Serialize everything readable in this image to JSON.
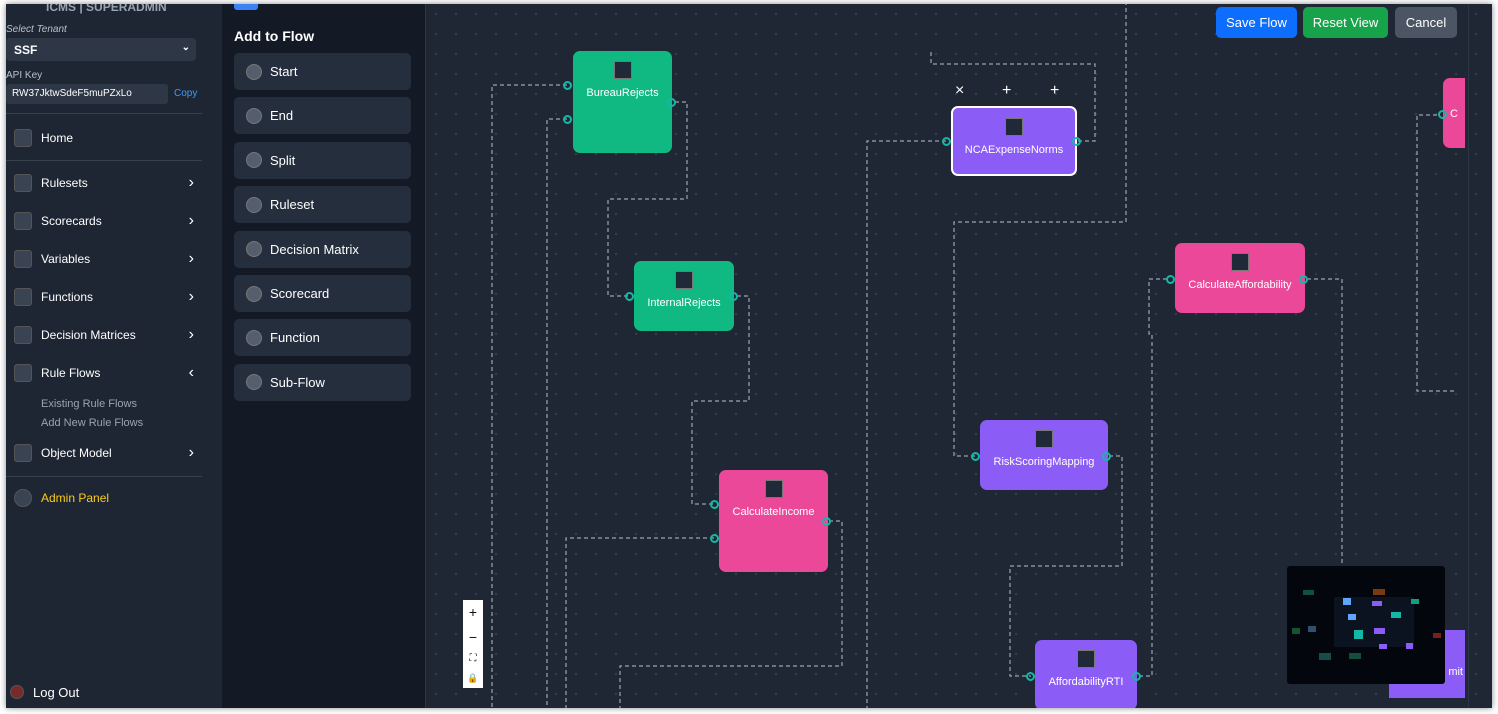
{
  "sidebar": {
    "brand": "ICMS | SUPERADMIN",
    "tenant_label": "Select Tenant",
    "tenant_value": "SSF",
    "api_key_label": "API Key",
    "api_key_value": "RW37JktwSdeF5muPZxLo",
    "copy_label": "Copy",
    "items": [
      {
        "label": "Home",
        "icon": "bank-icon"
      },
      {
        "label": "Rulesets",
        "icon": "ruleset-icon"
      },
      {
        "label": "Scorecards",
        "icon": "scorecard-icon"
      },
      {
        "label": "Variables",
        "icon": "variable-icon"
      },
      {
        "label": "Functions",
        "icon": "function-icon"
      },
      {
        "label": "Decision Matrices",
        "icon": "matrix-icon"
      },
      {
        "label": "Rule Flows",
        "icon": "flow-icon"
      },
      {
        "label": "Object Model",
        "icon": "object-icon"
      },
      {
        "label": "Admin Panel",
        "icon": "admin-icon"
      }
    ],
    "rule_flows_sub": [
      "Existing Rule Flows",
      "Add New Rule Flows"
    ],
    "logout": "Log Out",
    "admin_color": "#facc15"
  },
  "palette": {
    "title": "Add to Flow",
    "items": [
      "Start",
      "End",
      "Split",
      "Ruleset",
      "Decision Matrix",
      "Scorecard",
      "Function",
      "Sub-Flow"
    ]
  },
  "toolbar": {
    "save": "Save Flow",
    "reset": "Reset View",
    "cancel": "Cancel",
    "save_color": "#0d6efd",
    "reset_color": "#16a34a",
    "cancel_color": "#4b5563"
  },
  "node_toolbar": {
    "delete": "×",
    "add1": "+",
    "add2": "+"
  },
  "nodes": {
    "bureau": "BureauRejects",
    "internal": "InternalRejects",
    "income": "CalculateIncome",
    "nca": "NCAExpenseNorms",
    "risk": "RiskScoringMapping",
    "afford": "CalculateAffordability",
    "rti": "AffordabilityRTI",
    "partial_top": "C",
    "partial_bottom": "mit"
  },
  "colors": {
    "green": "#10b981",
    "pink": "#ec4899",
    "purple": "#8b5cf6"
  },
  "zoom_controls": {
    "in": "+",
    "out": "−",
    "fit": "⛶",
    "lock": "🔒"
  }
}
